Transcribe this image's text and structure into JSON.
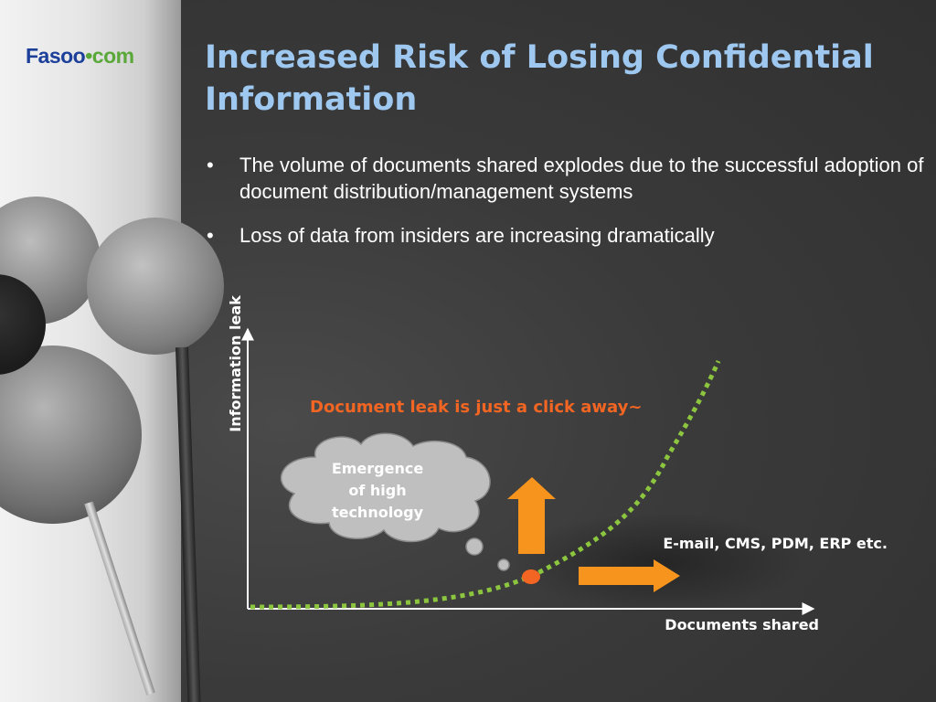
{
  "logo": {
    "part1": "Fasoo",
    "separator": "•",
    "part2": "com"
  },
  "title": "Increased Risk of Losing Confidential Information",
  "bullets": [
    "The volume of documents shared explodes due to the successful adoption of document distribution/management systems",
    "Loss of data from insiders are increasing dramatically"
  ],
  "diagram": {
    "y_axis_label": "Information leak",
    "x_axis_label": "Documents shared",
    "headline": "Document leak is just a click away~",
    "cloud_text": [
      "Emergence",
      "of high",
      "technology"
    ],
    "examples_label": "E-mail, CMS, PDM, ERP etc.",
    "colors": {
      "curve": "#8cc63f",
      "arrows": "#f7941d",
      "headline": "#f26522",
      "point": "#f26522",
      "title": "#9ec8f0"
    }
  }
}
